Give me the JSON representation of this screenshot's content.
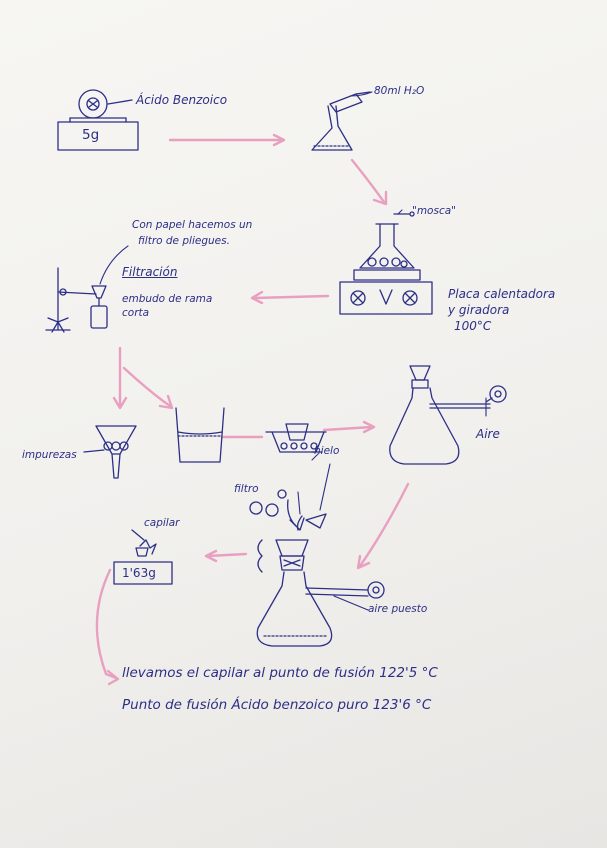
{
  "labels": {
    "acido_benzoico": "Ácido Benzoico",
    "balance_mass_1": "5g",
    "water": "80ml H₂O",
    "mosca": "\"mosca\"",
    "papel_note_1": "Con papel hacemos un",
    "papel_note_2": "filtro de pliegues.",
    "filtracion": "Filtración",
    "embudo_1": "embudo de rama",
    "embudo_2": "corta",
    "placa_1": "Placa calentadora",
    "placa_2": "y giradora",
    "temp": "100°C",
    "impurezas": "impurezas",
    "hielo": "hielo",
    "aire": "Aire",
    "filtro": "filtro",
    "capilar": "capilar",
    "balance_mass_2": "1'63g",
    "aire_puesto": "aire puesto",
    "line_1": "llevamos el capilar al punto de fusión 122'5 °C",
    "line_2": "Punto de fusión Ácido benzoico puro 123'6 °C"
  },
  "colors": {
    "ink": "#2c2f86",
    "arrow": "#e9a0c0",
    "paper": "#f4f3f0"
  }
}
